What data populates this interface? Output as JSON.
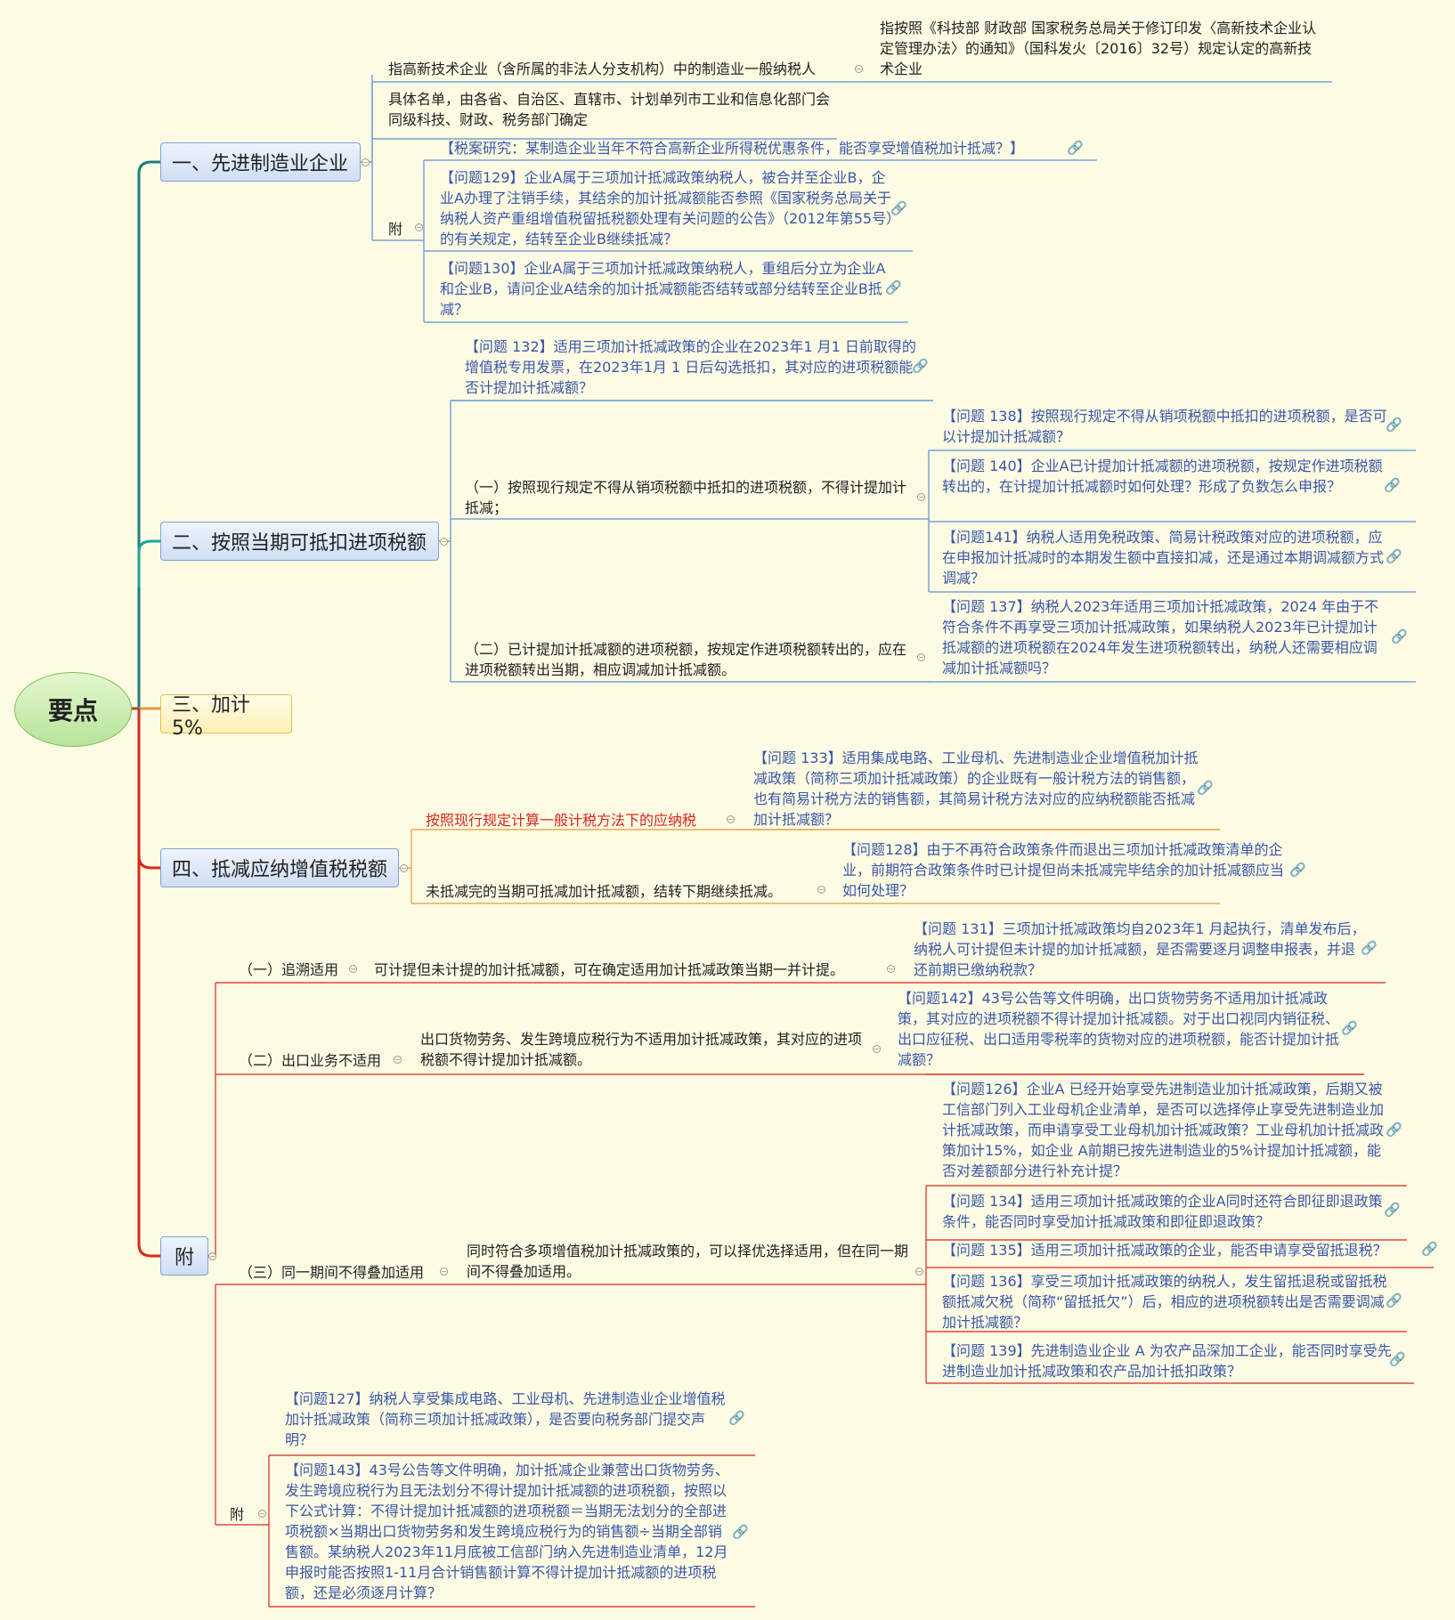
{
  "root": "要点",
  "branches": {
    "b1": "一、先进制造业企业",
    "b2": "二、按照当期可抵扣进项税额",
    "b3": "三、加计5%",
    "b4": "四、抵减应纳增值税税额",
    "b5": "附"
  },
  "b1": {
    "n1": "指高新技术企业（含所属的非法人分支机构）中的制造业一般纳税人",
    "n1a": "指按照《科技部 财政部 国家税务总局关于修订印发〈高新技术企业认定管理办法〉的通知》（国科发火〔2016〕32号）规定认定的高新技术企业",
    "n2": "具体名单，由各省、自治区、直辖市、计划单列市工业和信息化部门会同级科技、财政、税务部门确定",
    "fu": "附",
    "fu1": "【税案研究：某制造企业当年不符合高新企业所得税优惠条件，能否享受增值税加计抵减？】",
    "fu2": "【问题129】企业A属于三项加计抵减政策纳税人，被合并至企业B，企业A办理了注销手续，其结余的加计抵减额能否参照《国家税务总局关于纳税人资产重组增值税留抵税额处理有关问题的公告》（2012年第55号）的有关规定，结转至企业B继续抵减？",
    "fu3": "【问题130】企业A属于三项加计抵减政策纳税人，重组后分立为企业A和企业B，请问企业A结余的加计抵减额能否结转或部分结转至企业B抵减？"
  },
  "b2": {
    "q132": "【问题 132】适用三项加计抵减政策的企业在2023年1 月1 日前取得的增值税专用发票，在2023年1月 1 日后勾选抵扣，其对应的进项税额能否计提加计抵减额？",
    "n1": "（一）按照现行规定不得从销项税额中抵扣的进项税额，不得计提加计抵减；",
    "q138": "【问题 138】按照现行规定不得从销项税额中抵扣的进项税额，是否可以计提加计抵减额？",
    "q140": "【问题 140】企业A已计提加计抵减额的进项税额，按规定作进项税额转出的，在计提加计抵减额时如何处理？形成了负数怎么申报？",
    "q141": "【问题141】纳税人适用免税政策、简易计税政策对应的进项税额，应在申报加计抵减时的本期发生额中直接扣减，还是通过本期调减额方式调减？",
    "n2": "（二）已计提加计抵减额的进项税额，按规定作进项税额转出的，应在进项税额转出当期，相应调减加计抵减额。",
    "q137": "【问题 137】纳税人2023年适用三项加计抵减政策，2024 年由于不符合条件不再享受三项加计抵减政策，如果纳税人2023年已计提加计抵减额的进项税额在2024年发生进项税额转出，纳税人还需要相应调减加计抵减额吗？"
  },
  "b4": {
    "n1": "按照现行规定计算一般计税方法下的应纳税",
    "q133": "【问题 133】适用集成电路、工业母机、先进制造业企业增值税加计抵减政策（简称三项加计抵减政策）的企业既有一般计税方法的销售额，也有简易计税方法的销售额，其简易计税方法对应的应纳税额能否抵减加计抵减额？",
    "n2": "未抵减完的当期可抵减加计抵减额，结转下期继续抵减。",
    "q128": "【问题128】由于不再符合政策条件而退出三项加计抵减政策清单的企业，前期符合政策条件时已计提但尚未抵减完毕结余的加计抵减额应当如何处理？"
  },
  "b5": {
    "s1": "（一）追溯适用",
    "s1n": "可计提但未计提的加计抵减额，可在确定适用加计抵减政策当期一并计提。",
    "q131": "【问题 131】三项加计抵减政策均自2023年1 月起执行，清单发布后，纳税人可计提但未计提的加计抵减额，是否需要逐月调整申报表，并退还前期已缴纳税款？",
    "s2": "（二）出口业务不适用",
    "s2n": "出口货物劳务、发生跨境应税行为不适用加计抵减政策，其对应的进项税额不得计提加计抵减额。",
    "q142": "【问题142】43号公告等文件明确，出口货物劳务不适用加计抵减政策，其对应的进项税额不得计提加计抵减额。对于出口视同内销征税、出口应征税、出口适用零税率的货物对应的进项税额，能否计提加计抵减额？",
    "s3": "（三）同一期间不得叠加适用",
    "s3n": "同时符合多项增值税加计抵减政策的，可以择优选择适用，但在同一期间不得叠加适用。",
    "q126": "【问题126】企业A 已经开始享受先进制造业加计抵减政策，后期又被工信部门列入工业母机企业清单，是否可以选择停止享受先进制造业加计抵减政策，而申请享受工业母机加计抵减政策？工业母机加计抵减政策加计15%，如企业 A前期已按先进制造业的5%计提加计抵减额，能否对差额部分进行补充计提？",
    "q134": "【问题 134】适用三项加计抵减政策的企业A同时还符合即征即退政策条件，能否同时享受加计抵减政策和即征即退政策？",
    "q135": "【问题 135】适用三项加计抵减政策的企业，能否申请享受留抵退税？",
    "q136": "【问题 136】享受三项加计抵减政策的纳税人，发生留抵退税或留抵税额抵减欠税（简称“留抵抵欠”）后，相应的进项税额转出是否需要调减加计抵减额？",
    "q139": "【问题 139】先进制造业企业 A 为农产品深加工企业，能否同时享受先进制造业加计抵减政策和农产品加计抵扣政策？",
    "fu": "附",
    "q127": "【问题127】纳税人享受集成电路、工业母机、先进制造业企业增值税加计抵减政策（简称三项加计抵减政策），是否要向税务部门提交声明？",
    "q143": "【问题143】43号公告等文件明确，加计抵减企业兼营出口货物劳务、发生跨境应税行为且无法划分不得计提加计抵减额的进项税额，按照以下公式计算：不得计提加计抵减额的进项税额＝当期无法划分的全部进项税额×当期出口货物劳务和发生跨境应税行为的销售额÷当期全部销售额。某纳税人2023年11月底被工信部门纳入先进制造业清单，12月申报时能否按照1-11月合计销售额计算不得计提加计抵减额的进项税额，还是必须逐月计算？"
  },
  "colors": {
    "teal": "#1a7f7a",
    "blue": "#5b8fd6",
    "red": "#d9261c",
    "orange": "#e59a3a"
  }
}
